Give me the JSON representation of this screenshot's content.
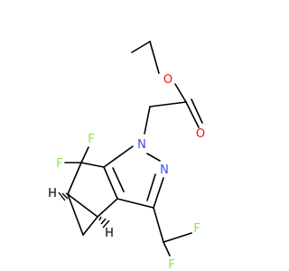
{
  "molecule": {
    "atoms": {
      "o_ester": "O",
      "o_carbonyl": "O",
      "n1": "N",
      "n2": "N",
      "f_ring_top": "F",
      "f_ring_left": "F",
      "f_chf2_top": "F",
      "f_chf2_bottom": "F",
      "h_stereo_left": "H",
      "h_stereo_bottom": "H"
    }
  },
  "colors": {
    "bond": "#000000",
    "oxygen": "#ff0d0d",
    "nitrogen": "#3050f8",
    "fluorine": "#90e050",
    "hydrogen": "#000000"
  }
}
